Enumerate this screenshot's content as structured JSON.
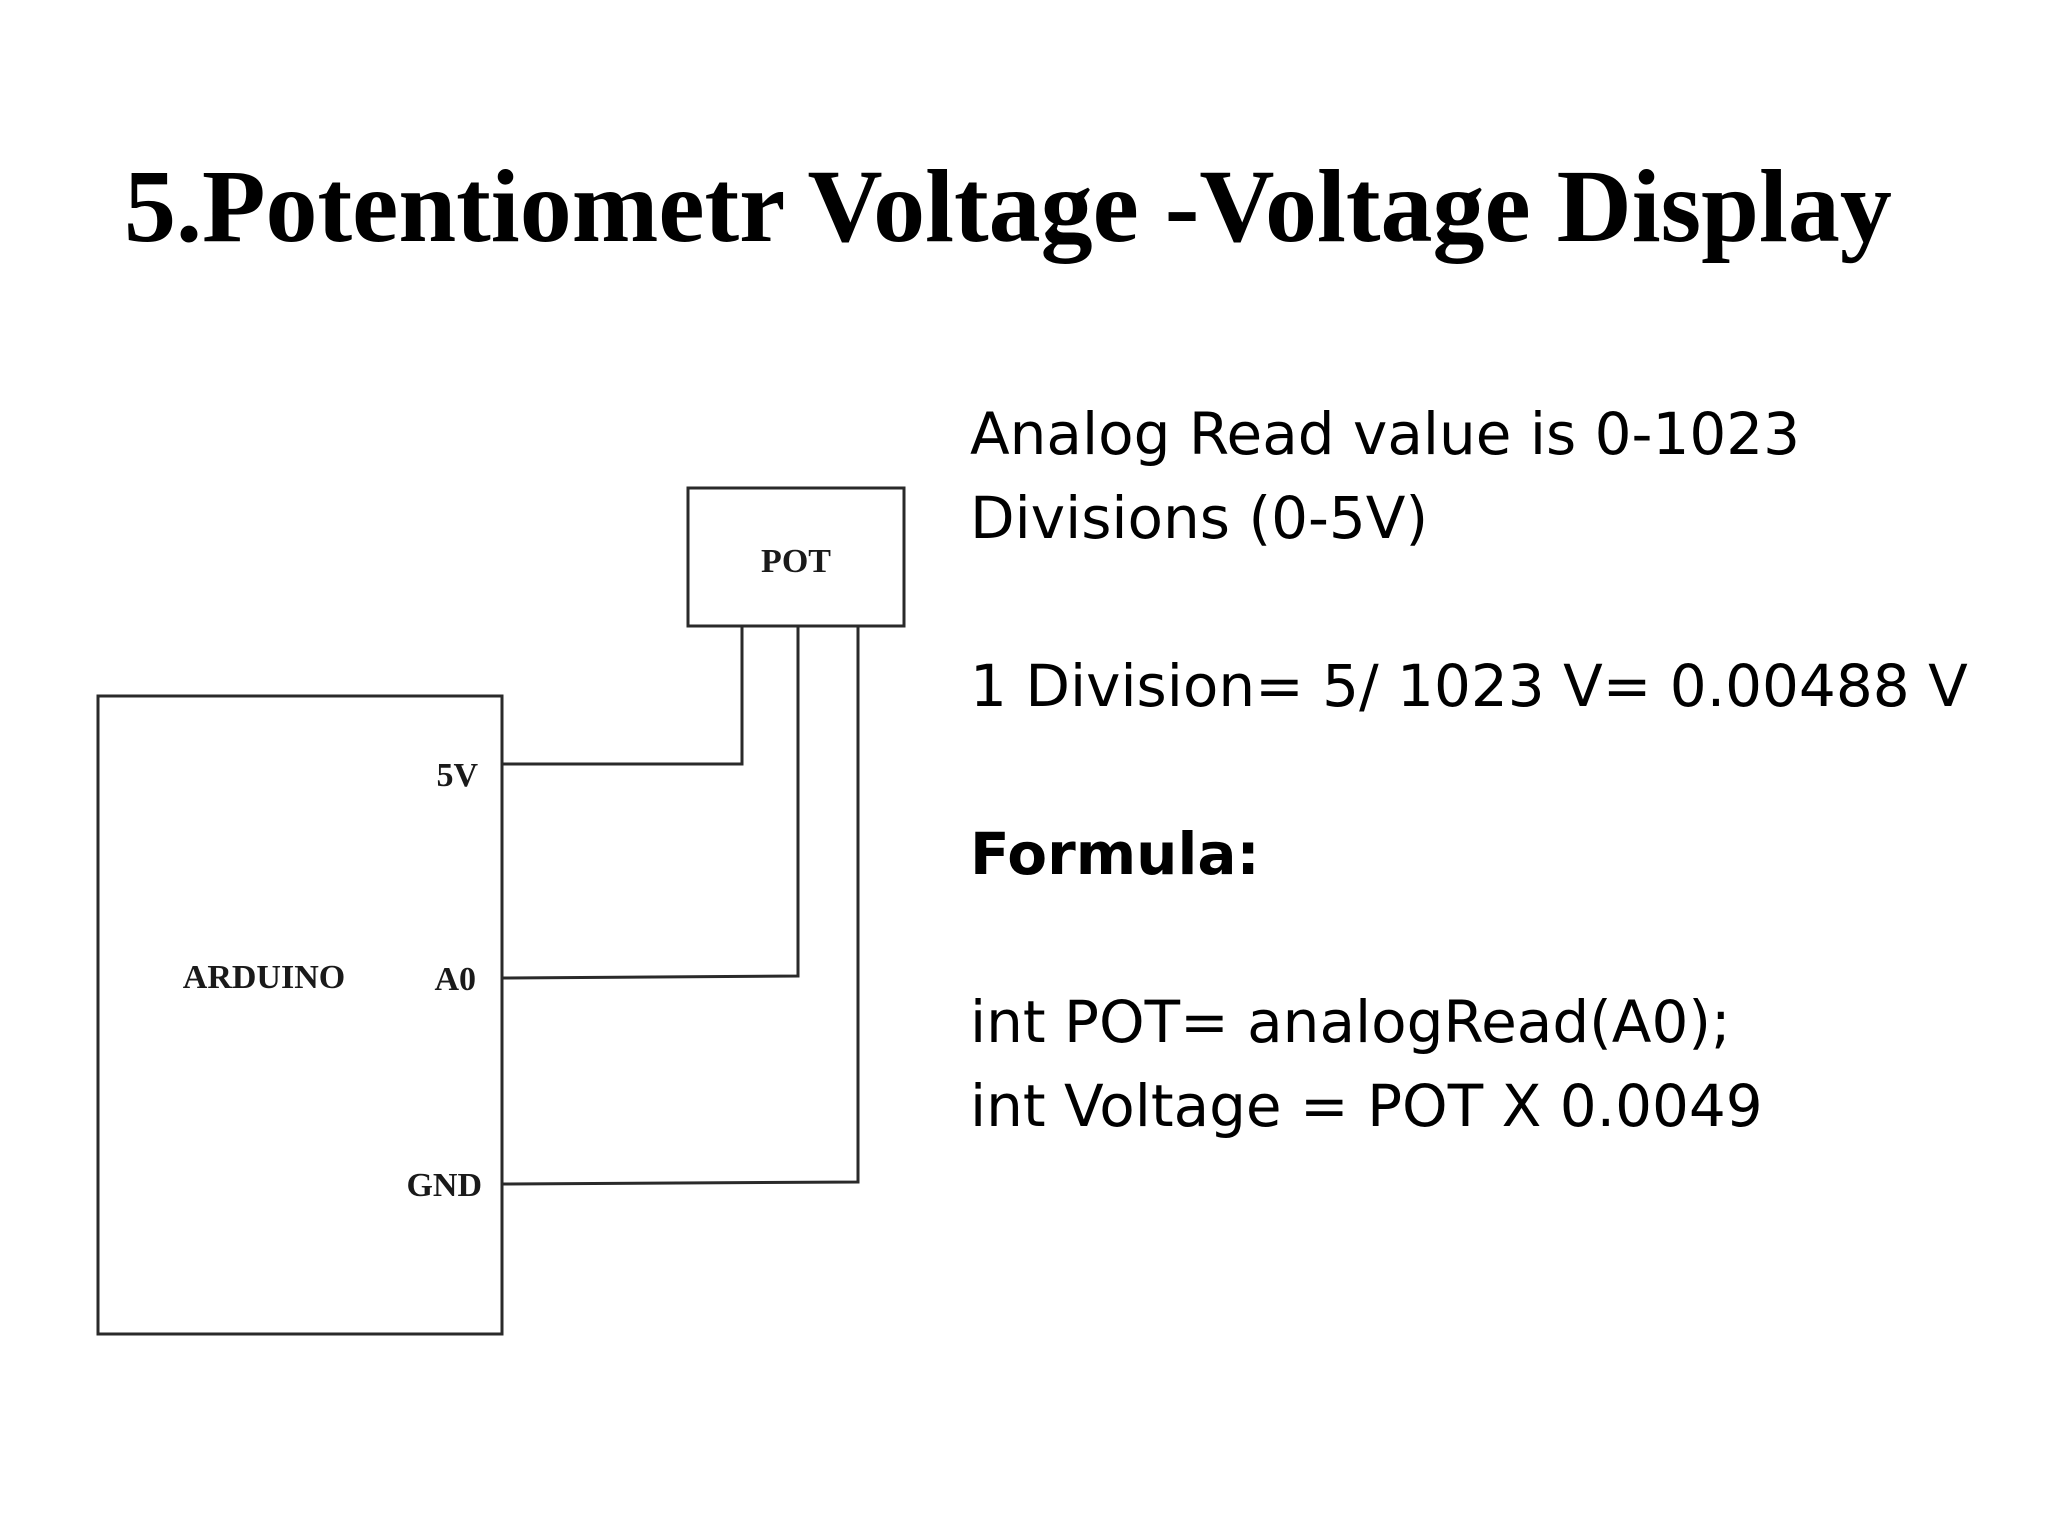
{
  "slide": {
    "title": "5.Potentiometr Voltage -Voltage Display"
  },
  "diagram": {
    "pot_label": "POT",
    "arduino_label": "ARDUINO",
    "pins": {
      "five_v": "5V",
      "a0": "A0",
      "gnd": "GND"
    }
  },
  "notes": {
    "line1": "Analog Read value is 0-1023",
    "line2": "Divisions (0-5V)",
    "line3": "1 Division= 5/ 1023 V= 0.00488 V",
    "formula_heading": "Formula:",
    "code1": "int POT= analogRead(A0);",
    "code2": "int Voltage = POT X 0.0049"
  }
}
